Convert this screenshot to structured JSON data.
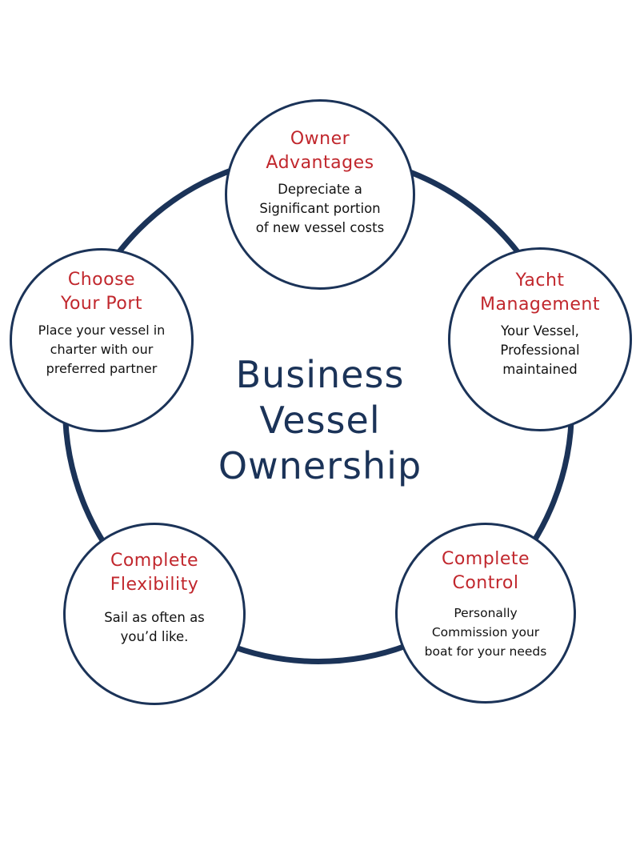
{
  "diagram": {
    "center": {
      "lines": [
        "Business",
        "Vessel",
        "Ownership"
      ]
    },
    "nodes": [
      {
        "id": "owner-advantages",
        "title": [
          "Owner",
          "Advantages"
        ],
        "description": [
          "Depreciate a",
          "Significant portion",
          "of new vessel costs"
        ]
      },
      {
        "id": "yacht-management",
        "title": [
          "Yacht",
          "Management"
        ],
        "description": [
          "Your Vessel,",
          "Professional",
          "maintained"
        ]
      },
      {
        "id": "choose-your-port",
        "title": [
          "Choose",
          "Your Port"
        ],
        "description": [
          "Place your vessel in",
          "charter with our",
          "preferred partner"
        ]
      },
      {
        "id": "complete-flexibility",
        "title": [
          "Complete",
          "Flexibility"
        ],
        "description": [
          "Sail as often as",
          "you’d like."
        ]
      },
      {
        "id": "complete-control",
        "title": [
          "Complete",
          "Control"
        ],
        "description": [
          "Personally",
          "Commission your",
          "boat for your needs"
        ]
      }
    ]
  },
  "colors": {
    "ring": "#1b3358",
    "node_title": "#c1272d",
    "center_title": "#1b3358",
    "body_text": "#111111"
  }
}
